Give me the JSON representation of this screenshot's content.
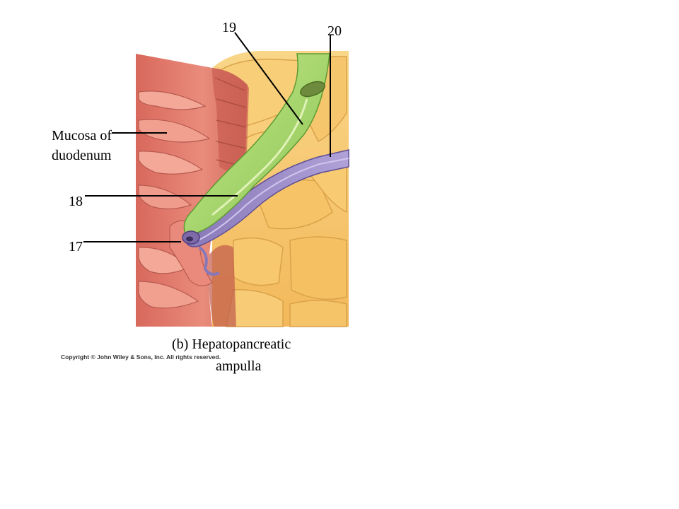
{
  "labels": {
    "mucosa_line1": "Mucosa of",
    "mucosa_line2": "duodenum",
    "n17": "17",
    "n18": "18",
    "n19": "19",
    "n20": "20"
  },
  "caption": {
    "line1": "(b) Hepatopancreatic",
    "line2": "ampulla"
  },
  "copyright": "Copyright © John Wiley & Sons, Inc. All rights reserved.",
  "colors": {
    "duodenum_wall": "#e07a6c",
    "mucosa_fold": "#f3a898",
    "pancreas_fat": "#f7c56a",
    "bile_duct": "#a8d86a",
    "pancreatic_duct": "#9a86c8",
    "leader_line": "#000000"
  }
}
